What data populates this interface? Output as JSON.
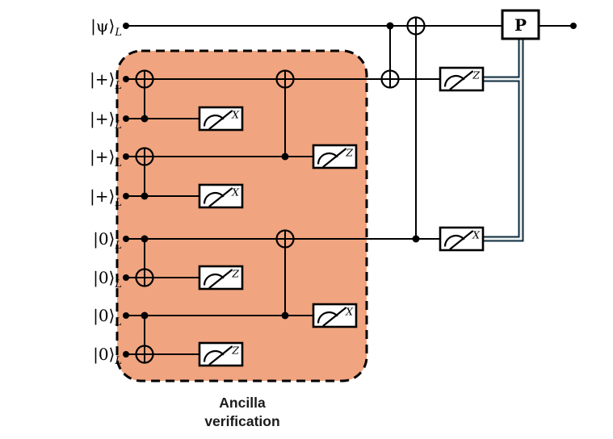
{
  "diagram_title": {
    "line1": "Ancilla",
    "line2": "verification"
  },
  "wires": [
    {
      "name": "psi",
      "ket": "|ψ⟩",
      "sub": "L"
    },
    {
      "name": "plus-1",
      "ket": "|+⟩",
      "sub": "L"
    },
    {
      "name": "plus-2",
      "ket": "|+⟩",
      "sub": "L"
    },
    {
      "name": "plus-3",
      "ket": "|+⟩",
      "sub": "L"
    },
    {
      "name": "plus-4",
      "ket": "|+⟩",
      "sub": "L"
    },
    {
      "name": "zero-1",
      "ket": "|0⟩",
      "sub": "L"
    },
    {
      "name": "zero-2",
      "ket": "|0⟩",
      "sub": "L"
    },
    {
      "name": "zero-3",
      "ket": "|0⟩",
      "sub": "L"
    },
    {
      "name": "zero-4",
      "ket": "|0⟩",
      "sub": "L"
    }
  ],
  "meters": [
    {
      "wire": "plus-2",
      "basis": "X"
    },
    {
      "wire": "plus-4",
      "basis": "X"
    },
    {
      "wire": "zero-2",
      "basis": "Z"
    },
    {
      "wire": "zero-4",
      "basis": "Z"
    },
    {
      "wire": "plus-3",
      "basis": "Z"
    },
    {
      "wire": "zero-3",
      "basis": "X"
    },
    {
      "wire": "plus-1",
      "basis": "Z"
    },
    {
      "wire": "zero-1",
      "basis": "X"
    }
  ],
  "correction_gate": {
    "label": "P"
  },
  "colors": {
    "ancilla_box_fill": "#F0A47F",
    "classical_wire_dark": "#0E2C3B",
    "classical_wire_light": "#EDF1F2"
  }
}
